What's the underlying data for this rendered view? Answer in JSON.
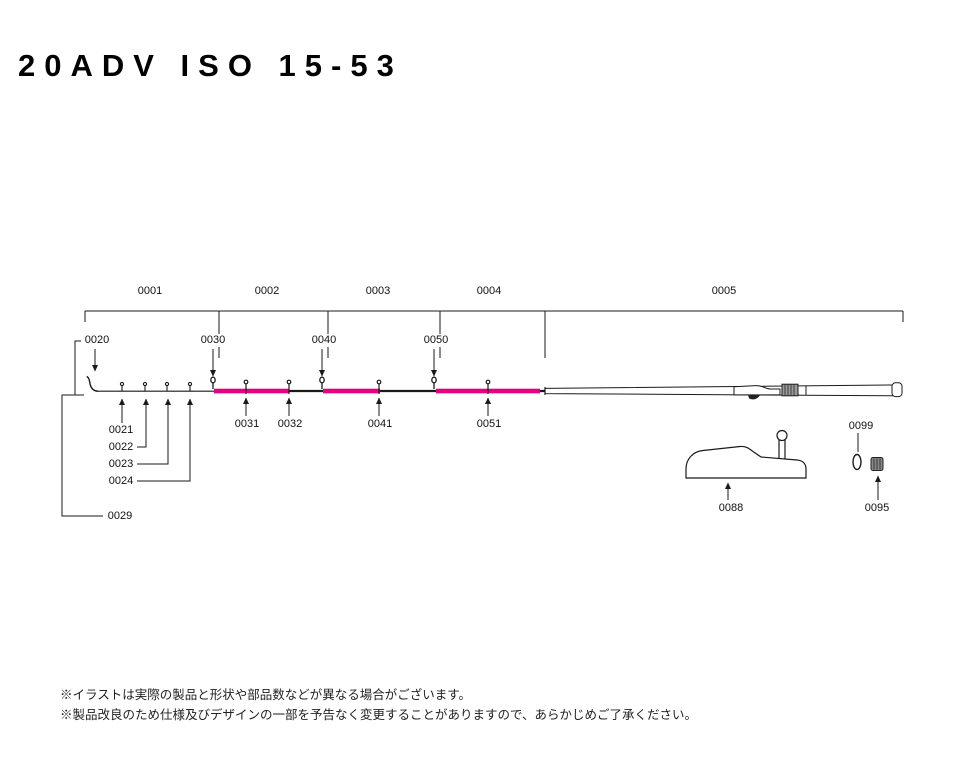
{
  "title": "20ADV ISO 15-53",
  "accent_color": "#e4007f",
  "line_color": "#1a1a1a",
  "sections": {
    "s1": "0001",
    "s2": "0002",
    "s3": "0003",
    "s4": "0004",
    "s5": "0005"
  },
  "parts": {
    "p0020": "0020",
    "p0021": "0021",
    "p0022": "0022",
    "p0023": "0023",
    "p0024": "0024",
    "p0029": "0029",
    "p0030": "0030",
    "p0031": "0031",
    "p0032": "0032",
    "p0040": "0040",
    "p0041": "0041",
    "p0050": "0050",
    "p0051": "0051",
    "p0088": "0088",
    "p0095": "0095",
    "p0099": "0099"
  },
  "notes": {
    "line1": "※イラストは実際の製品と形状や部品数などが異なる場合がございます。",
    "line2": "※製品改良のため仕様及びデザインの一部を予告なく変更することがありますので、あらかじめご了承ください。"
  }
}
